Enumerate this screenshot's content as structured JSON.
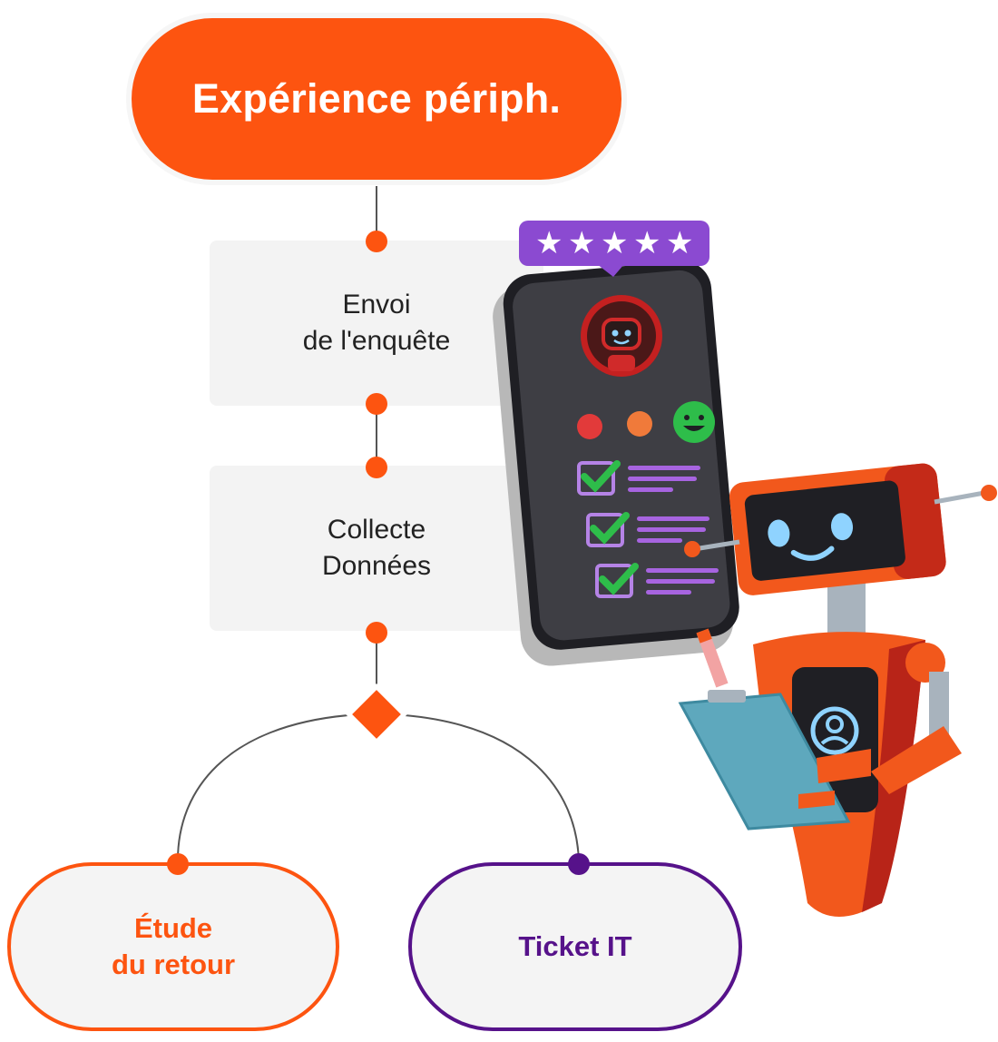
{
  "title": "Expérience périph.",
  "steps": [
    {
      "line1": "Envoi",
      "line2": "de l'enquête"
    },
    {
      "line1": "Collecte",
      "line2": "Données"
    }
  ],
  "outcomes": [
    {
      "line1": "Étude",
      "line2": "du retour",
      "color": "#fd5410"
    },
    {
      "line1": "Ticket IT",
      "color": "#56128a"
    }
  ],
  "colors": {
    "accent_orange": "#fd5410",
    "accent_purple": "#56128a",
    "box_gray": "#f3f3f3"
  },
  "illustration": {
    "subject": "robot holding clipboard next to smartphone survey",
    "rating_stars": 5,
    "rating_max": 5,
    "checklist_items_checked": 3
  }
}
